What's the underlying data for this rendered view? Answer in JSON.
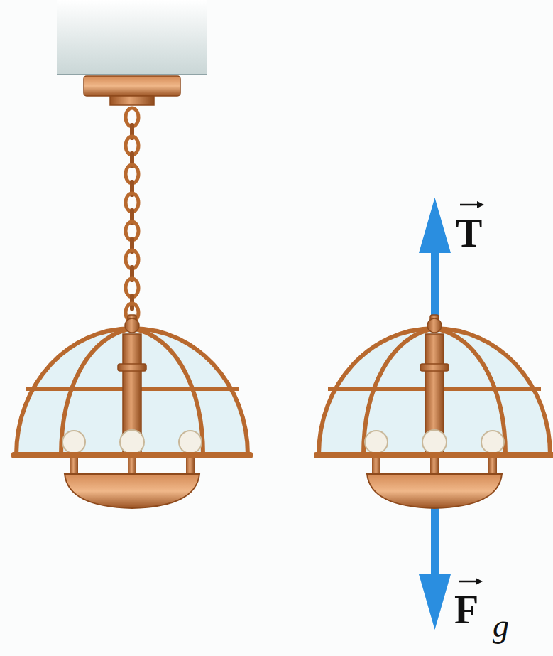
{
  "diagram": {
    "labels": [
      "T",
      "F",
      "g"
    ]
  }
}
